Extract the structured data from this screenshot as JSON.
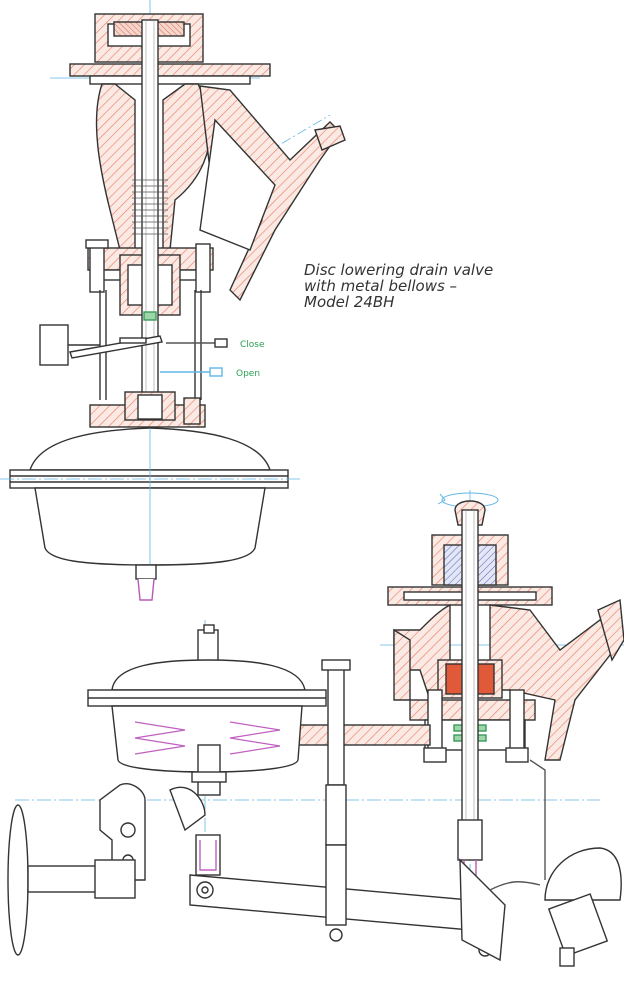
{
  "caption": {
    "line1": "Disc lowering drain valve",
    "line2": "with metal bellows –",
    "line3": "Model 24BH"
  },
  "labels": {
    "close": "Close",
    "open": "Open"
  },
  "colors": {
    "outline": "#333333",
    "hatch": "#e8826a",
    "centerline": "#62b6e6",
    "label_green": "#2aa052",
    "spring": "#c060c0",
    "packing": "#e05a3a",
    "seal_green": "#3a9a5a"
  }
}
